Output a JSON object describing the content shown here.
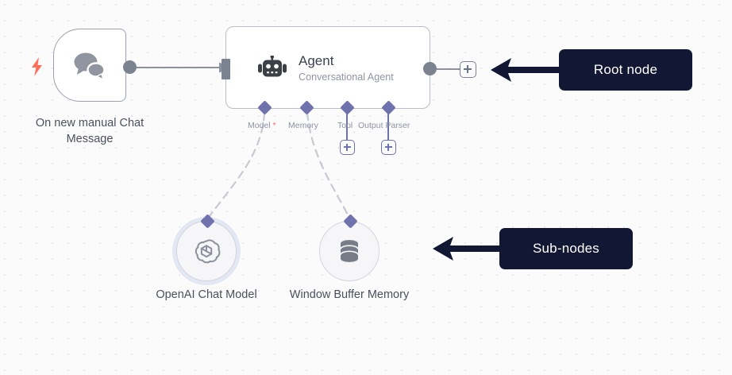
{
  "canvas": {
    "background_color": "#fbfbfc",
    "dot_color": "#e8e8ee"
  },
  "trigger_node": {
    "label": "On new manual Chat Message",
    "icon": "chat-bubbles-icon",
    "badge_icon": "lightning-bolt-icon",
    "badge_color": "#ff6d5a",
    "output_handle": "output-handle"
  },
  "agent_node": {
    "title": "Agent",
    "subtitle": "Conversational Agent",
    "icon": "robot-icon",
    "input_handle": "input-handle",
    "output_handle": "output-handle",
    "add_button_label": "+",
    "ports": [
      {
        "label": "Model",
        "required": true,
        "required_marker": "*",
        "has_add_button": false
      },
      {
        "label": "Memory",
        "required": false,
        "required_marker": "",
        "has_add_button": false
      },
      {
        "label": "Tool",
        "required": false,
        "required_marker": "",
        "has_add_button": true
      },
      {
        "label": "Output Parser",
        "required": false,
        "required_marker": "",
        "has_add_button": true
      }
    ]
  },
  "sub_nodes": [
    {
      "label": "OpenAI Chat Model",
      "icon": "openai-logo-icon",
      "highlighted": true,
      "ring_color": "#e3e6f3"
    },
    {
      "label": "Window Buffer Memory",
      "icon": "database-icon",
      "highlighted": false,
      "ring_color": "transparent"
    }
  ],
  "callouts": [
    {
      "text": "Root node",
      "background": "#121733",
      "text_color": "#ffffff"
    },
    {
      "text": "Sub-nodes",
      "background": "#121733",
      "text_color": "#ffffff"
    }
  ],
  "colors": {
    "port_diamond": "#6f72ac",
    "handle_gray": "#7b8290",
    "edge_gray": "#8b919d",
    "dashed_edge": "#c7cad3",
    "node_border": "#b9bdc7",
    "text_primary": "#4a505c",
    "text_secondary": "#8e95a3"
  }
}
